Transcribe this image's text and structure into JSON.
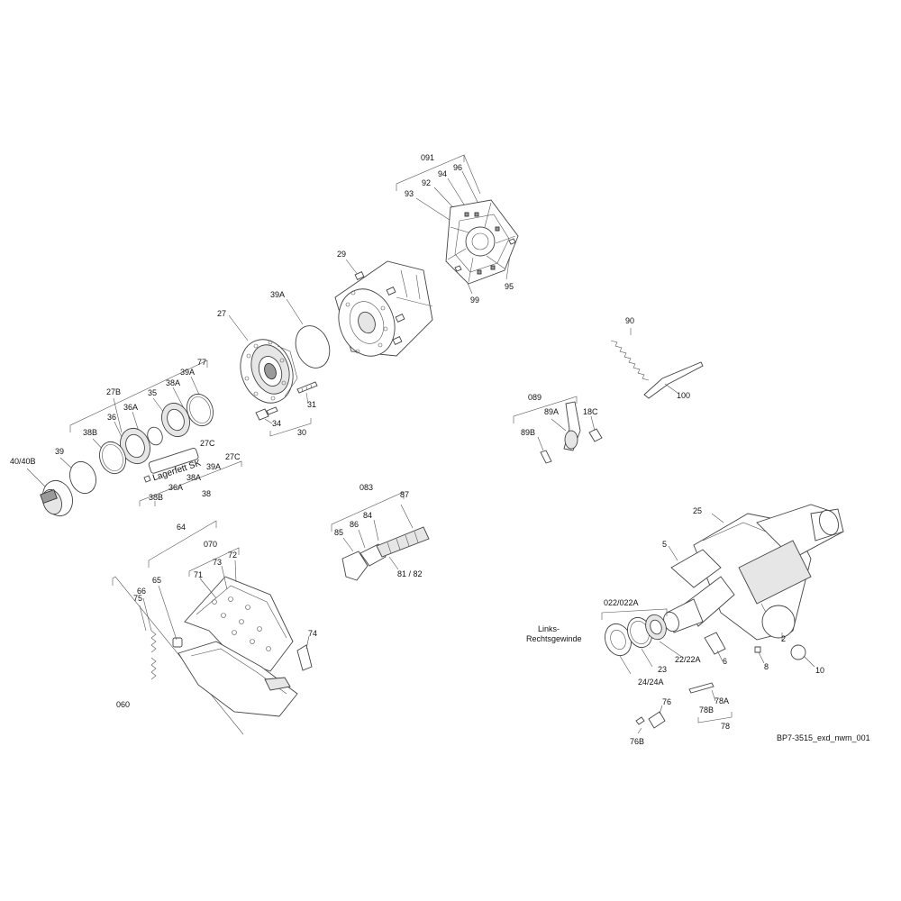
{
  "labels": {
    "l091": "091",
    "l94": "94",
    "l96": "96",
    "l92": "92",
    "l93": "93",
    "l99": "99",
    "l95": "95",
    "l29": "29",
    "l39A_top": "39A",
    "l27": "27",
    "l77": "77",
    "l39A_mid": "39A",
    "l27B": "27B",
    "l38A_mid": "38A",
    "l35": "35",
    "l36A_top": "36A",
    "l36": "36",
    "l38B_top": "38B",
    "l39": "39",
    "l40_40B": "40/40B",
    "l27C_top": "27C",
    "l27C_bot": "27C",
    "l39A_bot": "39A",
    "l38A_bot": "38A",
    "l36A_bot": "36A",
    "l38B_bot": "38B",
    "l38": "38",
    "l31": "31",
    "l34": "34",
    "l30": "30",
    "l90": "90",
    "l100": "100",
    "l089": "089",
    "l89A": "89A",
    "l18C": "18C",
    "l89B": "89B",
    "l083": "083",
    "l87": "87",
    "l84": "84",
    "l86": "86",
    "l85": "85",
    "l81_82": "81 / 82",
    "l64": "64",
    "l070": "070",
    "l72": "72",
    "l73": "73",
    "l71": "71",
    "l65": "65",
    "l66": "66",
    "l75": "75",
    "l74": "74",
    "l060": "060",
    "l25": "25",
    "l5": "5",
    "l022": "022/022A",
    "l2": "2",
    "l8": "8",
    "l10": "10",
    "l6": "6",
    "l22": "22/22A",
    "l23": "23",
    "l24": "24/24A",
    "l76": "76",
    "l76B": "76B",
    "l78A": "78A",
    "l78B": "78B",
    "l78": "78"
  },
  "annotations": {
    "grease_label": "Lagerfett SK",
    "thread_note_line1": "Links-",
    "thread_note_line2": "Rechtsgewinde"
  },
  "footer": {
    "drawing_id": "BP7-3515_exd_nwm_001"
  }
}
